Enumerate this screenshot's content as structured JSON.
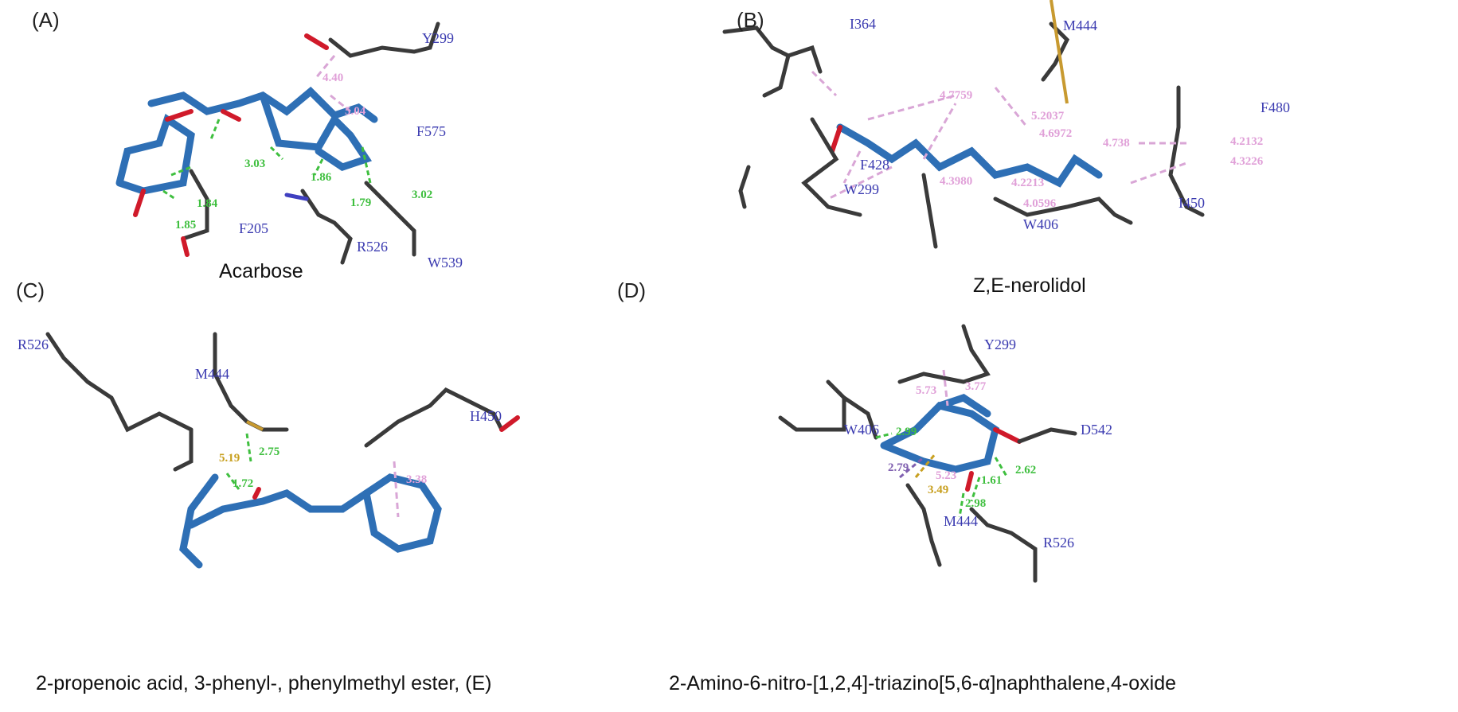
{
  "panels": [
    {
      "letter": "(A)",
      "caption": "Acarbose",
      "residues": [
        "Y299",
        "F575",
        "F205",
        "R526",
        "W539"
      ],
      "distances": [
        "4.40",
        "5.04",
        "3.03",
        "1.86",
        "1.79",
        "3.02",
        "1.84",
        "1.85"
      ]
    },
    {
      "letter": "(B)",
      "caption": "Z,E-nerolidol",
      "residues": [
        "I364",
        "M444",
        "F480",
        "F428",
        "W299",
        "W406",
        "I450"
      ],
      "distances": [
        "4.7759",
        "5.2037",
        "4.6972",
        "4.738",
        "4.3980",
        "4.2213",
        "4.0596",
        "4.2132",
        "4.3226"
      ]
    },
    {
      "letter": "(C)",
      "caption": "2-propenoic acid, 3-phenyl-, phenylmethyl ester, (E)",
      "residues": [
        "R526",
        "M444",
        "H450"
      ],
      "distances": [
        "2.75",
        "5.19",
        "1.72",
        "3.38"
      ]
    },
    {
      "letter": "(D)",
      "caption": "2-Amino-6-nitro-[1,2,4]-triazino[5,6-α]naphthalene,4-oxide",
      "residues": [
        "Y299",
        "W406",
        "D542",
        "M444",
        "R526"
      ],
      "distances": [
        "5.73",
        "3.77",
        "2.99",
        "2.62",
        "2.79",
        "5.23",
        "1.61",
        "3.49",
        "2.98"
      ]
    }
  ],
  "colors": {
    "ligand": "#2e6fb5",
    "hbond": "#3fbf3f",
    "pi": "#d9a6d6",
    "residue_label": "#3a3ab0"
  }
}
